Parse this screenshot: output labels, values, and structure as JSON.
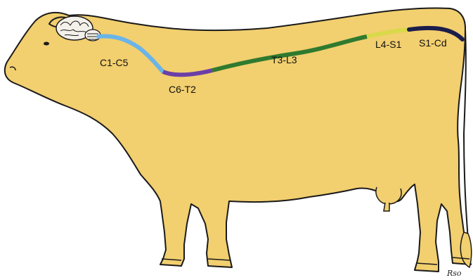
{
  "segments": [
    {
      "key": "cervical_upper",
      "label": "C1-C5",
      "color": "#6ab4e8"
    },
    {
      "key": "cervicothoracic",
      "label": "C6-T2",
      "color": "#6b3fa6"
    },
    {
      "key": "thoracolumbar",
      "label": "T3-L3",
      "color": "#2f7a2f"
    },
    {
      "key": "lumbosacral",
      "label": "L4-S1",
      "color": "#d9d94a"
    },
    {
      "key": "sacrocaudal",
      "label": "S1-Cd",
      "color": "#1b1d4a"
    }
  ],
  "signature": "Rso",
  "colors": {
    "body_fill": "#f2cf6f",
    "outline": "#1a1a1a",
    "brain_fill": "#f4f1ea"
  }
}
